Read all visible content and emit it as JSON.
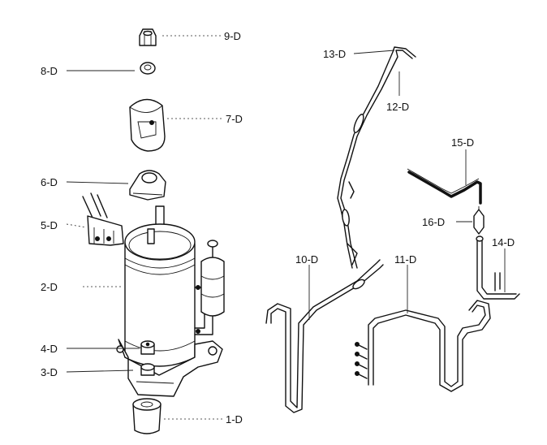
{
  "labels": {
    "p1": "1-D",
    "p2": "2-D",
    "p3": "3-D",
    "p4": "4-D",
    "p5": "5-D",
    "p6": "6-D",
    "p7": "7-D",
    "p8": "8-D",
    "p9": "9-D",
    "p10": "10-D",
    "p11": "11-D",
    "p12": "12-D",
    "p13": "13-D",
    "p14": "14-D",
    "p15": "15-D",
    "p16": "16-D"
  }
}
